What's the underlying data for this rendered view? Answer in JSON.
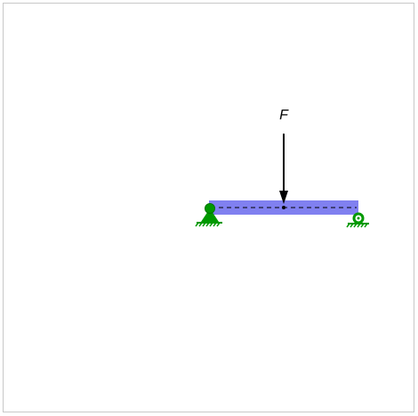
{
  "diagram": {
    "force": {
      "label": "F"
    },
    "colors": {
      "beam_fill": "#8080f0",
      "support": "#009900",
      "force_arrow": "#000000",
      "neutral_axis": "#000000",
      "frame_border": "#c8c8c8"
    },
    "supports": [
      {
        "type": "pin",
        "icon": "pin-support-icon"
      },
      {
        "type": "roller",
        "icon": "roller-support-icon"
      }
    ]
  }
}
